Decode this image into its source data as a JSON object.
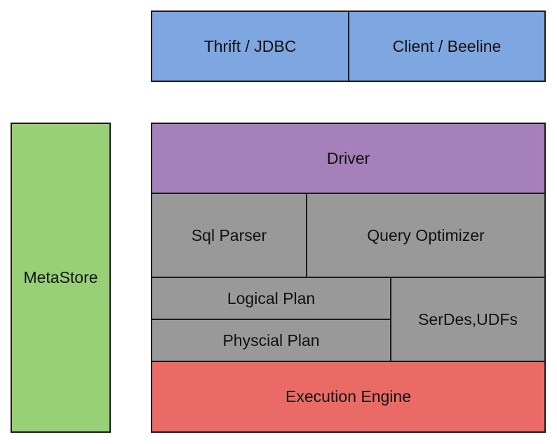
{
  "colors": {
    "client": "#7ea6e0",
    "metastore": "#97d077",
    "driver": "#a680b8",
    "compiler": "#999999",
    "engine": "#ea6b66",
    "border": "#1a1a1a"
  },
  "client": {
    "thrift_label": "Thrift / JDBC",
    "beeline_label": "Client / Beeline"
  },
  "metastore": {
    "label": "MetaStore"
  },
  "driver": {
    "label": "Driver"
  },
  "compiler": {
    "parser_label": "Sql Parser",
    "optimizer_label": "Query Optimizer",
    "logical_plan_label": "Logical Plan",
    "physical_plan_label": "Physcial Plan",
    "serdes_label": "SerDes,UDFs"
  },
  "engine": {
    "label": "Execution Engine"
  }
}
